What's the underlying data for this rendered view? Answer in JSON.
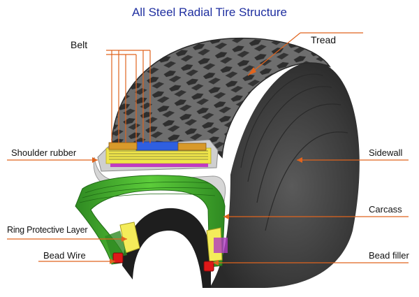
{
  "title": "All Steel Radial Tire Structure",
  "labels": {
    "tread": "Tread",
    "belt": "Belt",
    "shoulder_rubber": "Shoulder rubber",
    "sidewall": "Sidewall",
    "carcass": "Carcass",
    "ring_protective_layer": "Ring Protective Layer",
    "bead_wire": "Bead Wire",
    "bead_filler": "Bead filler"
  },
  "colors": {
    "title": "#1f2fa0",
    "leader_line": "#e0641e",
    "tire_rubber": "#3a3a3a",
    "carcass_ply": "#46b82e",
    "belt_steel": "#2f5fe0",
    "belt_layer": "#f0e64a",
    "shoulder_insert": "#d89a2a",
    "bead_wire": "#e01818",
    "bead_filler": "#f4ec5a",
    "inner_liner": "#cfcfcf"
  }
}
